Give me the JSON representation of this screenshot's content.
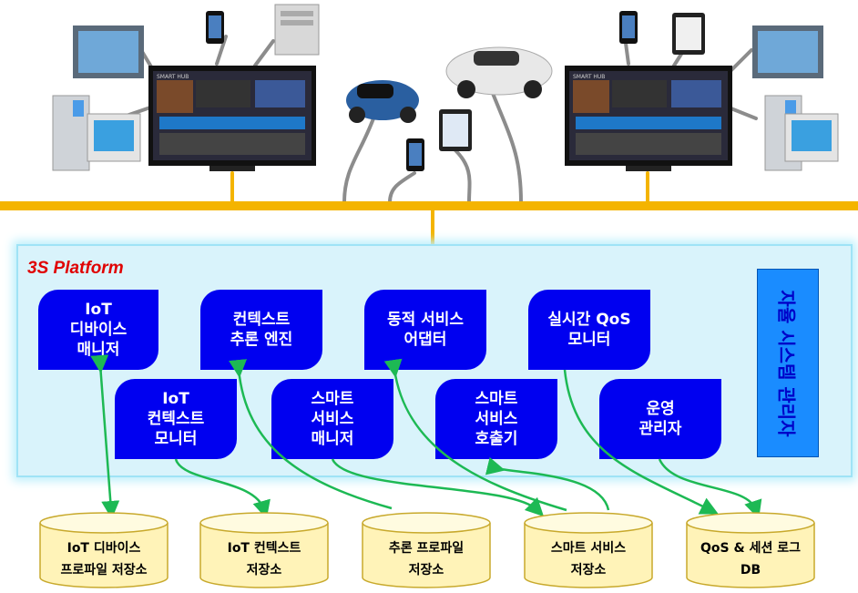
{
  "platform": {
    "title": "3S Platform"
  },
  "modules": {
    "iot_device_manager": "IoT\n디바이스\n매니저",
    "context_engine": "컨텍스트\n추론 엔진",
    "dynamic_adapter": "동적 서비스\n어댑터",
    "qos_monitor": "실시간 QoS\n모니터",
    "iot_context_monitor": "IoT\n컨텍스트\n모니터",
    "smart_service_manager": "스마트\n서비스\n매니저",
    "smart_service_caller": "스마트\n서비스\n호출기",
    "ops_manager": "운영\n관리자",
    "autonomous": "자율 시스템 관리자"
  },
  "storages": {
    "s1": "IoT 디바이스\n프로파일 저장소",
    "s2": "IoT 컨텍스트\n저장소",
    "s3": "추론 프로파일\n저장소",
    "s4": "스마트 서비스\n저장소",
    "s5": "QoS & 세션 로그\nDB"
  },
  "devices": {
    "left_tv": "SMART HUB",
    "right_tv": "SMART HUB"
  },
  "colors": {
    "bus": "#f4b400",
    "module": "#0000f0",
    "link": "#1db954",
    "title": "#e00000"
  }
}
